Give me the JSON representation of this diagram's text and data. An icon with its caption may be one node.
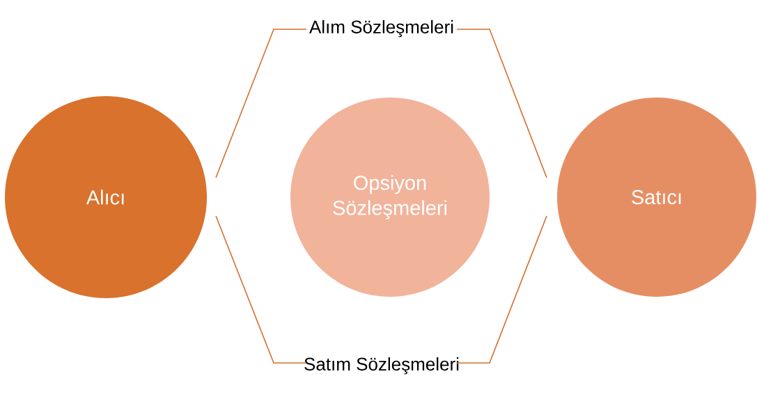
{
  "diagram": {
    "nodes": [
      {
        "text": [
          "Alım Sözleşmeleri"
        ]
      },
      {
        "text": [
          "Alıcı"
        ]
      },
      {
        "text": [
          "Opsiyon Sözleşmeleri"
        ]
      },
      {
        "text": [
          "Satıcı"
        ]
      },
      {
        "text": [
          "Satım Sözleşmeleri"
        ]
      }
    ],
    "edges": [
      {
        "from": 1,
        "to": 0,
        "arrow": "none",
        "color": "#d46f2e"
      },
      {
        "from": 0,
        "to": 3,
        "arrow": "none",
        "color": "#d46f2e"
      },
      {
        "from": 1,
        "to": 4,
        "arrow": "none",
        "color": "#d46f2e"
      },
      {
        "from": 4,
        "to": 3,
        "arrow": "none",
        "color": "#d46f2e"
      }
    ]
  }
}
